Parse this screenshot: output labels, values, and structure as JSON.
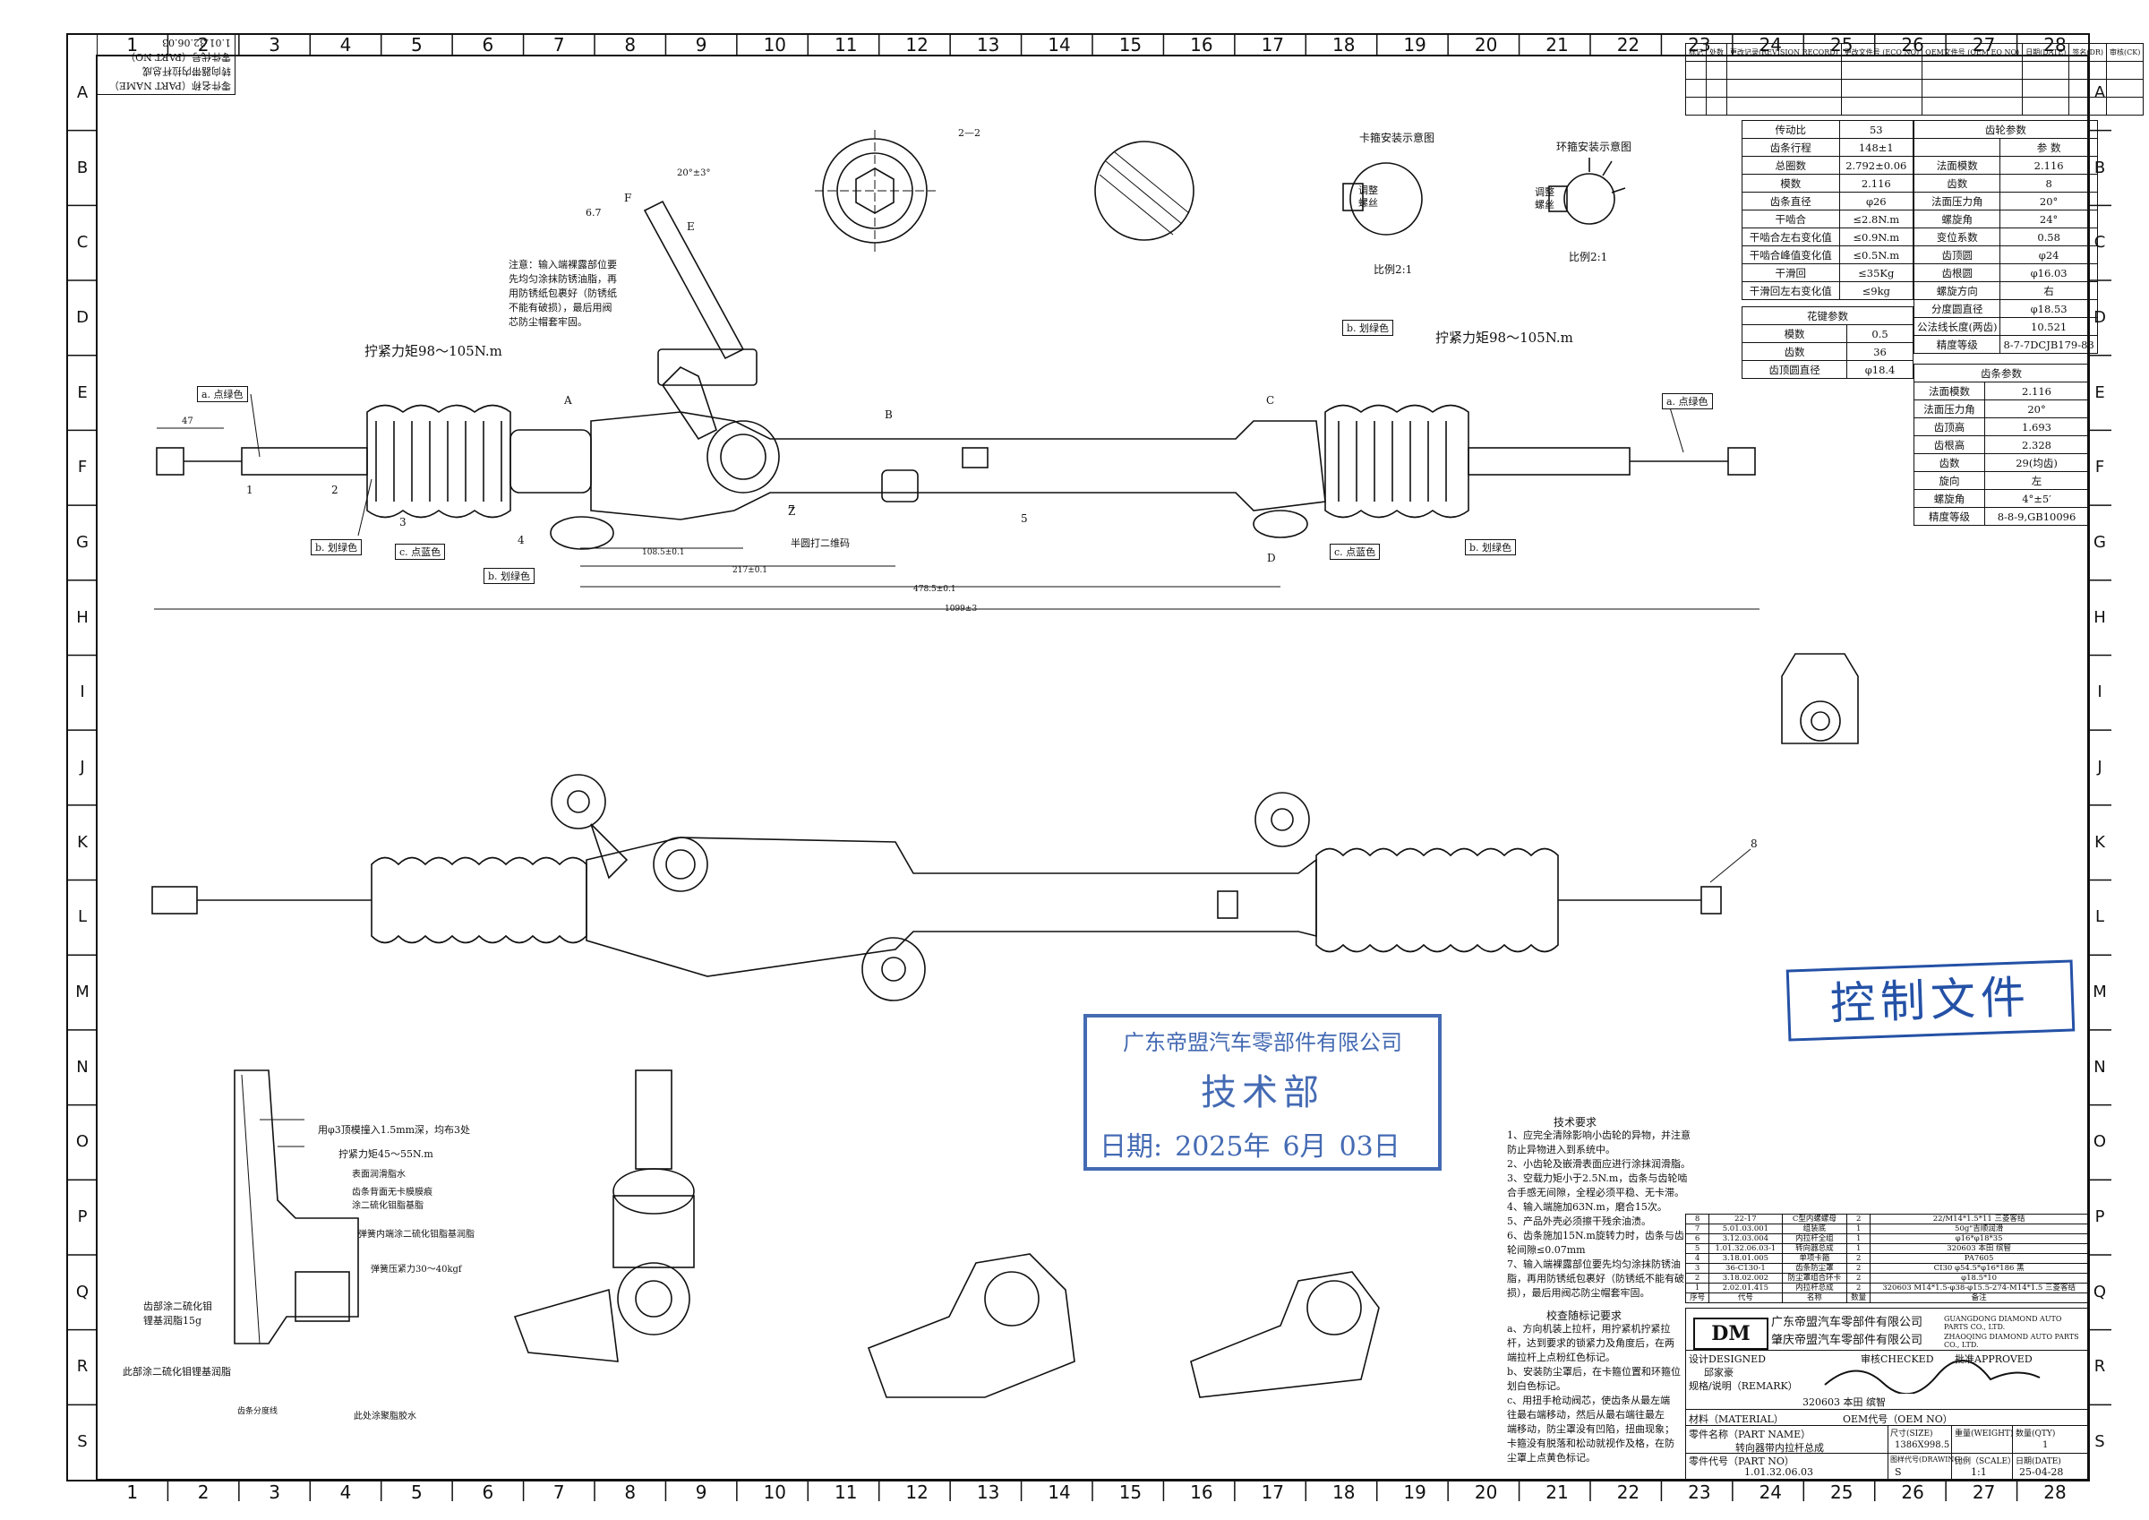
{
  "grid": {
    "cols": [
      "1",
      "2",
      "3",
      "4",
      "5",
      "6",
      "7",
      "8",
      "9",
      "10",
      "11",
      "12",
      "13",
      "14",
      "15",
      "16",
      "17",
      "18",
      "19",
      "20",
      "21",
      "22",
      "23",
      "24",
      "25",
      "26",
      "27",
      "28"
    ],
    "rows": [
      "A",
      "B",
      "C",
      "D",
      "E",
      "F",
      "G",
      "H",
      "I",
      "J",
      "K",
      "L",
      "M",
      "N",
      "O",
      "P",
      "Q",
      "R",
      "S"
    ]
  },
  "corner_box": {
    "line1": "零件名称（PART NAME）",
    "line2": "转向器带内拉杆总成",
    "line3": "零件代号（PART NO）",
    "line4": "1.01.32.06.03"
  },
  "revision": {
    "headers": [
      "标记",
      "处数",
      "更改记录(REVISION RECORD)",
      "更改文件号 (ECO NO)",
      "OEM文件号 (OEM EO NO)",
      "日期(DATE)",
      "签名(DR)",
      "审核(CK)"
    ]
  },
  "params_left": {
    "rows": [
      [
        "传动比",
        "53"
      ],
      [
        "齿条行程",
        "148±1"
      ],
      [
        "总圈数",
        "2.792±0.06"
      ],
      [
        "模数",
        "2.116"
      ],
      [
        "齿条直径",
        "φ26"
      ],
      [
        "干啮合",
        "≤2.8N.m"
      ],
      [
        "干啮合左右变化值",
        "≤0.9N.m"
      ],
      [
        "干啮合峰值变化值",
        "≤0.5N.m"
      ],
      [
        "干滑回",
        "≤35Kg"
      ],
      [
        "干滑回左右变化值",
        "≤9kg"
      ]
    ]
  },
  "spline_params": {
    "title": "花键参数",
    "rows": [
      [
        "模数",
        "0.5"
      ],
      [
        "齿数",
        "36"
      ],
      [
        "齿顶圆直径",
        "φ18.4"
      ]
    ]
  },
  "pinion_params": {
    "title": "齿轮参数",
    "rows": [
      [
        "法面模数",
        "2.116"
      ],
      [
        "齿数",
        "8"
      ],
      [
        "法面压力角",
        "20°"
      ],
      [
        "螺旋角",
        "24°"
      ],
      [
        "变位系数",
        "0.58"
      ],
      [
        "齿顶圆",
        "φ24"
      ],
      [
        "齿根圆",
        "φ16.03"
      ],
      [
        "螺旋方向",
        "右"
      ],
      [
        "分度圆直径",
        "φ18.53"
      ],
      [
        "公法线长度(两齿)",
        "10.521"
      ],
      [
        "精度等级",
        "8-7-7DCJB179-83"
      ]
    ],
    "header": [
      "",
      "参 数"
    ]
  },
  "rack_params": {
    "title": "齿条参数",
    "rows": [
      [
        "法面模数",
        "2.116"
      ],
      [
        "法面压力角",
        "20°"
      ],
      [
        "齿顶高",
        "1.693"
      ],
      [
        "齿根高",
        "2.328"
      ],
      [
        "齿数",
        "29(均齿)"
      ],
      [
        "旋向",
        "左"
      ],
      [
        "螺旋角",
        "4°±5′"
      ],
      [
        "精度等级",
        "8-8-9,GB10096"
      ]
    ]
  },
  "view_labels": {
    "section22": "2—2",
    "install_card": "卡箍安装示意图",
    "install_ring": "环箍安装示意图",
    "ratio21a": "比例2:1",
    "ratio21b": "比例2:1",
    "adjust1": "调整\n螺丝",
    "adjust2": "调整\n螺丝"
  },
  "annotations": {
    "torque_left": "拧紧力矩98～105N.m",
    "torque_right": "拧紧力矩98～105N.m",
    "note_main": "注意：输入端裸露部位要\n先均匀涂抹防锈油脂，再\n用防锈纸包裹好（防锈纸\n不能有破损），最后用阀\n芯防尘帽套牢固。",
    "tag_a_green_l": "a. 点绿色",
    "tag_a_green_r": "a. 点绿色",
    "tag_b_green_l": "b. 划绿色",
    "tag_b_green_r": "b. 划绿色",
    "tag_b_green_top": "b. 划绿色",
    "tag_b_green_bot": "b. 划绿色",
    "tag_c_blue_l": "c. 点蓝色",
    "tag_c_blue_r": "c. 点蓝色",
    "half_circle": "半圆打二维码",
    "dim_47": "47",
    "dim_1085": "108.5±0.1",
    "dim_217": "217±0.1",
    "dim_4785": "478.5±0.1",
    "dim_1099": "1099±3",
    "dim_angle": "20°±3°",
    "dim_67": "6.7",
    "part1": "1",
    "part2": "2",
    "part3": "3",
    "part4": "4",
    "part5": "5",
    "part7": "7",
    "part8": "8",
    "sec_A": "A",
    "sec_B": "B",
    "sec_C": "C",
    "sec_D": "D",
    "sec_E": "E",
    "sec_F": "F",
    "sec_Z": "Z"
  },
  "detail_notes": {
    "n1": "用φ3顶模撞入1.5mm深，均布3处",
    "n2": "拧紧力矩45～55N.m",
    "n3": "表面润滑脂水",
    "n4": "齿条背面无卡膜膜痕",
    "n5": "涂二硫化钼脂基脂",
    "n6": "弹簧内端涂二硫化钼脂基润脂",
    "n7": "弹簧压紧力30～40kgf",
    "n8": "齿部涂二硫化钼\n锂基润脂15g",
    "n9": "此部涂二硫化钼锂基润脂",
    "n10": "此处涂聚脂胶水",
    "n11": "齿条分度线"
  },
  "tech_req": {
    "title": "技术要求",
    "body": "1、应完全清除影响小齿轮的异物，并注意\n防止异物进入到系统中。\n2、小齿轮及嵌滑表面应进行涂抹润滑脂。\n3、空载力矩小于2.5N.m，齿条与齿轮啮\n合手感无间隙，全程必须平稳、无卡滞。\n4、输入端施加63N.m，磨合15次。\n5、产品外壳必须擦干残余油渍。\n6、齿条施加15N.m旋转力时，齿条与齿\n轮间隙≤0.07mm\n7、输入端裸露部位要先均匀涂抹防锈油\n脂，再用防锈纸包裹好（防锈纸不能有破\n损），最后用阀芯防尘帽套牢固。",
    "title2": "校查随标记要求",
    "body2": "a、方向机装上拉杆，用拧紧机拧紧拉\n杆，达到要求的锁紧力及角度后，在两\n端拉杆上点粉红色标记。\nb、安装防尘罩后，在卡箍位置和环箍位\n划白色标记。\nc、用扭手枪动阀芯，使齿条从最左端\n往最右端移动，然后从最右端往最左\n端移动，防尘罩没有凹陷，扭曲现象；\n卡箍没有脱落和松动就视作及格，在防\n尘罩上点黄色标记。"
  },
  "bom": {
    "rows": [
      [
        "8",
        "22-17",
        "C型内螺螺母",
        "2",
        "22/M14*1.5*11 三菱客结"
      ],
      [
        "7",
        "5.01.03.001",
        "组装底",
        "1",
        "50g\"吉顺润滑"
      ],
      [
        "6",
        "3.12.03.004",
        "内拉杆全组",
        "1",
        "φ16*φ18*35"
      ],
      [
        "5",
        "1.01.32.06.03-1",
        "转向器总成",
        "1",
        "320603 本田 缤智"
      ],
      [
        "4",
        "3.18.01.005",
        "单项卡箍",
        "2",
        "PA7605"
      ],
      [
        "3",
        "36-C130-1",
        "齿条防尘罩",
        "2",
        "CI30 φ54.5*φ16*186 黑"
      ],
      [
        "2",
        "3.18.02.002",
        "防尘罩组合环卡",
        "2",
        "φ18.5*10"
      ],
      [
        "1",
        "2.02.01.415",
        "内拉杆总成",
        "2",
        "320603 M14*1.5-φ38-φ15.5-274-M14*1.5 三菱客结"
      ],
      [
        "序号",
        "代号",
        "名称",
        "数量",
        "备注"
      ]
    ]
  },
  "title_block": {
    "logo": "DM",
    "company1": "广东帝盟汽车零部件有限公司",
    "company1_en": "GUANGDONG DIAMOND AUTO PARTS CO., LTD.",
    "company2": "肇庆帝盟汽车零部件有限公司",
    "company2_en": "ZHAOQING DIAMOND AUTO PARTS CO., LTD.",
    "designed_label": "设计DESIGNED",
    "checked_label": "审核CHECKED",
    "approved_label": "批准APPROVED",
    "designer": "邱家豪",
    "remark_label": "规格/说明（REMARK）",
    "remark": "320603 本田 缤智",
    "material_label": "材料（MATERIAL）",
    "oem_label": "OEM代号（OEM NO）",
    "part_name_label": "零件名称（PART NAME）",
    "part_name": "转向器带内拉杆总成",
    "size_label": "尺寸(SIZE)",
    "size": "1386X998.5",
    "weight_label": "重量(WEIGHT)",
    "qty_label": "数量(QTY)",
    "qty": "1",
    "part_no_label": "零件代号（PART NO）",
    "part_no": "1.01.32.06.03",
    "drawing_label": "图样代号(DRAWING)",
    "drawing": "S",
    "scale_label": "比例（SCALE）",
    "scale": "1:1",
    "date_label": "日期(DATE)",
    "date": "25-04-28"
  },
  "stamps": {
    "control": "控制文件",
    "dept_company": "广东帝盟汽车零部件有限公司",
    "dept": "技术部",
    "date_prefix": "日期:",
    "date_year": "2025年",
    "date_month": "6月",
    "date_day": "03日"
  },
  "colors": {
    "ink": "#111111",
    "stamp": "#2451a6"
  }
}
